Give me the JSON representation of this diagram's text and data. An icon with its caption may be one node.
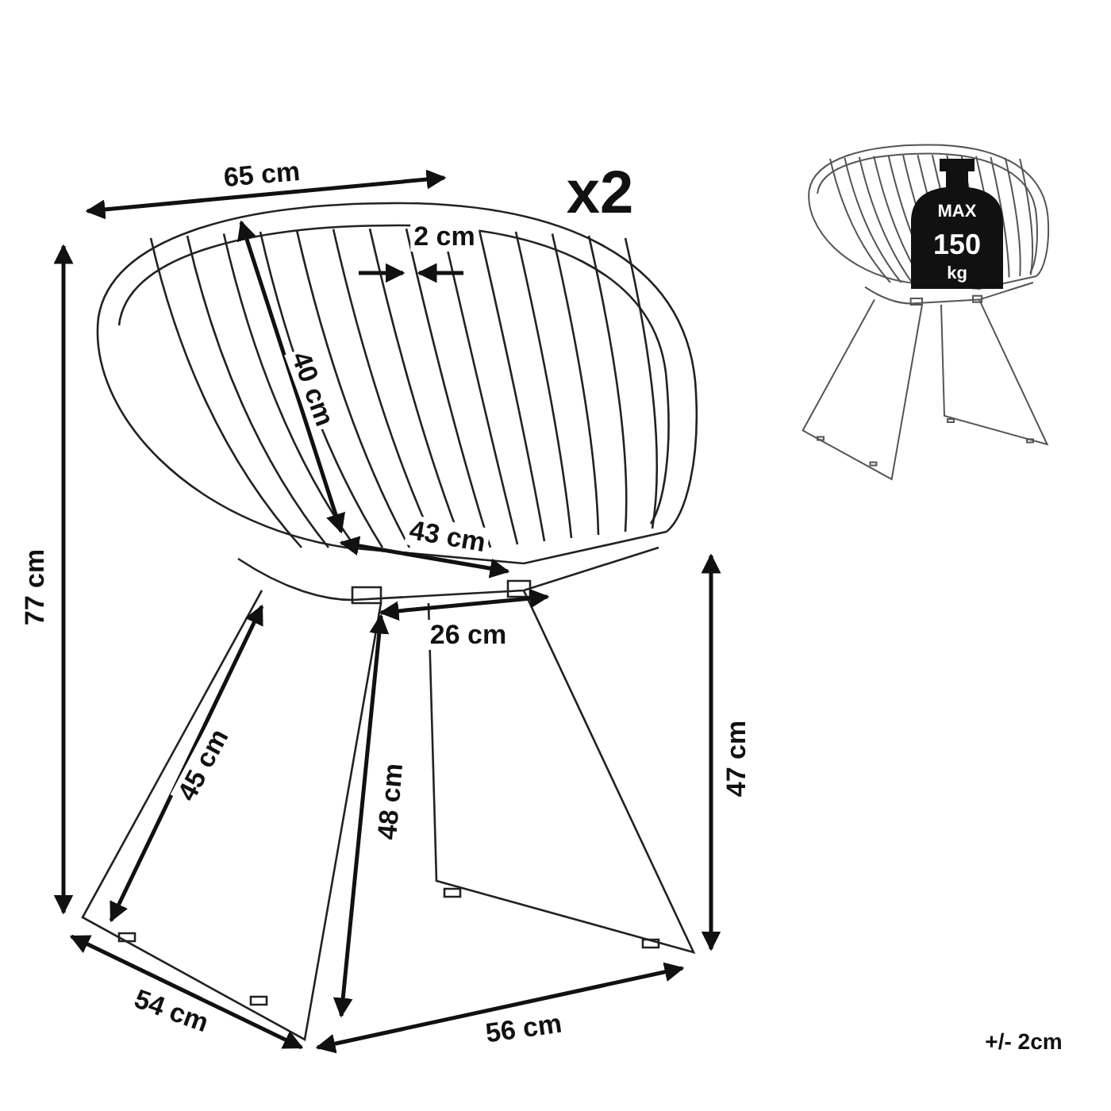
{
  "diagram": {
    "labels": [
      "65 cm",
      "x2",
      "2 cm",
      "40 cm",
      "43 cm",
      "26 cm",
      "77 cm",
      "45 cm",
      "48 cm",
      "47 cm",
      "54 cm",
      "56 cm",
      "MAX",
      "150",
      "kg",
      "+/- 2cm"
    ]
  }
}
